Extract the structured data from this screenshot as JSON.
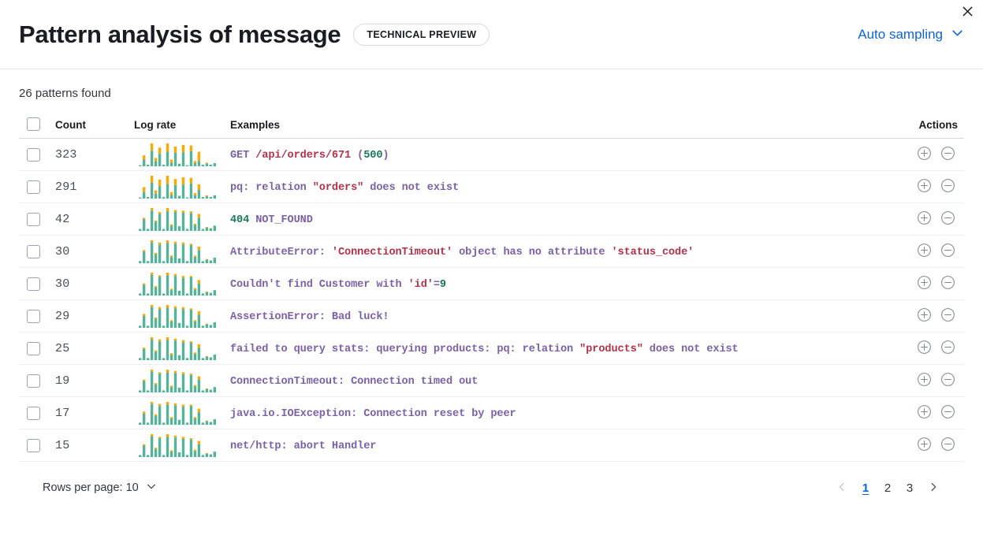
{
  "header": {
    "title": "Pattern analysis of message",
    "badge": "TECHNICAL PREVIEW",
    "sampling_label": "Auto sampling",
    "close_icon": "close-icon",
    "chevron_icon": "chevron-down-icon"
  },
  "summary": {
    "patterns_found": "26 patterns found"
  },
  "table": {
    "columns": {
      "select": "",
      "count": "Count",
      "log_rate": "Log rate",
      "examples": "Examples",
      "actions": "Actions"
    },
    "row_actions": {
      "add_label": "plus-in-circle-icon",
      "remove_label": "minus-in-circle-icon"
    },
    "rows": [
      {
        "count": "323",
        "example": "GET /api/orders/671 (500)",
        "tokens": [
          {
            "t": "GET ",
            "c": "plain"
          },
          {
            "t": "/api/orders/671",
            "c": "string"
          },
          {
            "t": " (",
            "c": "plain"
          },
          {
            "t": "500",
            "c": "number"
          },
          {
            "t": ")",
            "c": "plain"
          }
        ],
        "sparkline": {
          "teal": [
            2,
            13,
            3,
            30,
            10,
            24,
            3,
            28,
            7,
            26,
            5,
            27,
            2,
            29,
            6,
            10,
            3,
            5,
            3,
            6
          ],
          "orange": [
            0,
            8,
            0,
            14,
            6,
            12,
            0,
            16,
            6,
            12,
            0,
            14,
            0,
            11,
            4,
            18,
            0,
            2,
            0,
            0
          ]
        }
      },
      {
        "count": "291",
        "example": "pq: relation \"orders\" does not exist",
        "tokens": [
          {
            "t": "pq: relation ",
            "c": "plain"
          },
          {
            "t": "\"orders\"",
            "c": "string"
          },
          {
            "t": " does not exist",
            "c": "plain"
          }
        ],
        "sparkline": {
          "teal": [
            2,
            12,
            3,
            29,
            9,
            23,
            3,
            27,
            7,
            25,
            5,
            26,
            2,
            28,
            6,
            16,
            3,
            4,
            3,
            6
          ],
          "orange": [
            0,
            9,
            0,
            13,
            6,
            12,
            0,
            15,
            5,
            11,
            0,
            13,
            0,
            10,
            4,
            10,
            0,
            2,
            0,
            0
          ]
        }
      },
      {
        "count": "42",
        "example": "404 NOT_FOUND",
        "tokens": [
          {
            "t": "404",
            "c": "number"
          },
          {
            "t": " NOT_FOUND",
            "c": "plain"
          }
        ],
        "sparkline": {
          "teal": [
            3,
            18,
            3,
            31,
            14,
            26,
            3,
            30,
            8,
            29,
            7,
            28,
            3,
            27,
            9,
            20,
            3,
            5,
            4,
            8
          ],
          "orange": [
            0,
            2,
            0,
            4,
            2,
            3,
            0,
            5,
            2,
            3,
            0,
            3,
            0,
            3,
            2,
            6,
            0,
            1,
            0,
            0
          ]
        }
      },
      {
        "count": "30",
        "example": "AttributeError: 'ConnectionTimeout' object has no attribute 'status_code'",
        "tokens": [
          {
            "t": "AttributeError: ",
            "c": "plain"
          },
          {
            "t": "'ConnectionTimeout'",
            "c": "string"
          },
          {
            "t": " object has no attribute ",
            "c": "plain"
          },
          {
            "t": "'status_code'",
            "c": "string"
          }
        ],
        "sparkline": {
          "teal": [
            3,
            17,
            3,
            30,
            13,
            27,
            3,
            29,
            9,
            28,
            7,
            27,
            3,
            26,
            9,
            19,
            3,
            5,
            4,
            8
          ],
          "orange": [
            0,
            2,
            0,
            3,
            2,
            3,
            0,
            4,
            2,
            3,
            0,
            3,
            0,
            2,
            2,
            5,
            0,
            1,
            0,
            0
          ]
        }
      },
      {
        "count": "30",
        "example": "Couldn't find Customer with 'id'=9",
        "tokens": [
          {
            "t": "Couldn't find Customer with ",
            "c": "plain"
          },
          {
            "t": "'id'",
            "c": "string"
          },
          {
            "t": "=",
            "c": "plain"
          },
          {
            "t": "9",
            "c": "number"
          }
        ],
        "sparkline": {
          "teal": [
            3,
            16,
            3,
            31,
            12,
            28,
            3,
            30,
            8,
            29,
            7,
            26,
            3,
            27,
            9,
            18,
            3,
            5,
            4,
            8
          ],
          "orange": [
            0,
            2,
            0,
            3,
            2,
            2,
            0,
            4,
            2,
            3,
            0,
            3,
            0,
            2,
            2,
            5,
            0,
            1,
            0,
            0
          ]
        }
      },
      {
        "count": "29",
        "example": "AssertionError: Bad luck!",
        "tokens": [
          {
            "t": "AssertionError: Bad luck!",
            "c": "plain"
          }
        ],
        "sparkline": {
          "teal": [
            3,
            17,
            3,
            30,
            13,
            27,
            3,
            29,
            9,
            28,
            7,
            27,
            3,
            26,
            9,
            19,
            3,
            5,
            4,
            8
          ],
          "orange": [
            0,
            3,
            0,
            3,
            2,
            3,
            0,
            4,
            2,
            3,
            0,
            3,
            0,
            2,
            2,
            5,
            0,
            1,
            0,
            0
          ]
        }
      },
      {
        "count": "25",
        "example": "failed to query stats: querying products: pq: relation \"products\" does not exist",
        "tokens": [
          {
            "t": "failed to query stats: querying products: pq: relation ",
            "c": "plain"
          },
          {
            "t": "\"products\"",
            "c": "string"
          },
          {
            "t": " does not exist",
            "c": "plain"
          }
        ],
        "sparkline": {
          "teal": [
            3,
            16,
            3,
            30,
            12,
            27,
            3,
            29,
            8,
            28,
            7,
            26,
            3,
            25,
            9,
            18,
            3,
            5,
            4,
            8
          ],
          "orange": [
            0,
            2,
            0,
            3,
            2,
            3,
            0,
            4,
            2,
            3,
            0,
            3,
            0,
            2,
            2,
            5,
            0,
            1,
            0,
            0
          ]
        }
      },
      {
        "count": "19",
        "example": "ConnectionTimeout: Connection timed out",
        "tokens": [
          {
            "t": "ConnectionTimeout: Connection timed out",
            "c": "plain"
          }
        ],
        "sparkline": {
          "teal": [
            3,
            17,
            3,
            31,
            12,
            28,
            3,
            30,
            8,
            29,
            7,
            27,
            3,
            26,
            9,
            19,
            3,
            5,
            4,
            8
          ],
          "orange": [
            0,
            2,
            0,
            3,
            2,
            2,
            0,
            4,
            2,
            3,
            0,
            3,
            0,
            2,
            2,
            5,
            0,
            1,
            0,
            0
          ]
        }
      },
      {
        "count": "17",
        "example": "java.io.IOException: Connection reset by peer",
        "tokens": [
          {
            "t": "java.io.IOException: Connection reset by peer",
            "c": "plain"
          }
        ],
        "sparkline": {
          "teal": [
            3,
            16,
            3,
            30,
            13,
            27,
            3,
            29,
            9,
            28,
            7,
            26,
            3,
            27,
            9,
            18,
            3,
            5,
            4,
            8
          ],
          "orange": [
            0,
            3,
            0,
            3,
            2,
            3,
            0,
            4,
            2,
            3,
            0,
            3,
            0,
            2,
            2,
            5,
            0,
            1,
            0,
            0
          ]
        }
      },
      {
        "count": "15",
        "example": "net/http: abort Handler",
        "tokens": [
          {
            "t": "net/http: abort Handler",
            "c": "plain"
          }
        ],
        "sparkline": {
          "teal": [
            3,
            17,
            3,
            31,
            12,
            28,
            3,
            30,
            8,
            29,
            7,
            27,
            3,
            26,
            9,
            19,
            3,
            5,
            4,
            8
          ],
          "orange": [
            0,
            2,
            0,
            3,
            2,
            2,
            0,
            4,
            2,
            3,
            0,
            3,
            0,
            2,
            2,
            5,
            0,
            1,
            0,
            0
          ]
        }
      }
    ]
  },
  "footer": {
    "rows_per_page_label": "Rows per page: 10",
    "pages": [
      "1",
      "2",
      "3"
    ],
    "active_page": "1",
    "prev_icon": "chevron-left-icon",
    "next_icon": "chevron-right-icon"
  },
  "colors": {
    "accent_blue": "#0b64dd",
    "sparkline_teal": "#54b399",
    "sparkline_orange": "#ffa800",
    "token_plain": "#7b61a8",
    "token_string": "#b4314a",
    "token_number": "#16795a"
  }
}
